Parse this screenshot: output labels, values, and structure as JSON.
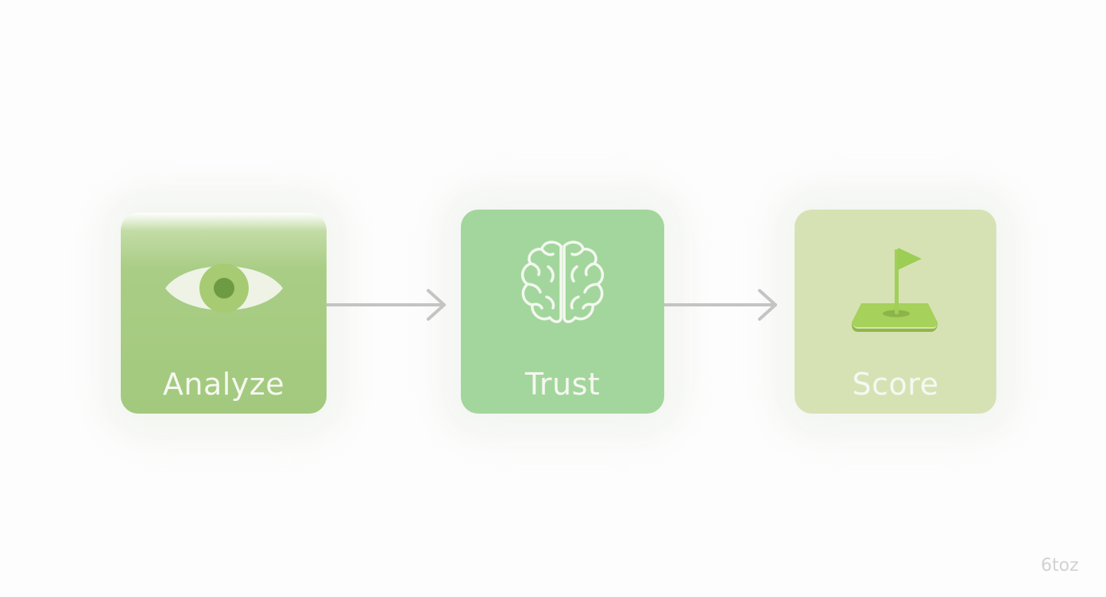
{
  "steps": [
    {
      "label": "Analyze",
      "icon": "eye-icon",
      "color": "#a2c97d"
    },
    {
      "label": "Trust",
      "icon": "brain-icon",
      "color": "#a3d69c"
    },
    {
      "label": "Score",
      "icon": "golf-flag-icon",
      "color": "#d6e2b4"
    }
  ],
  "arrows": [
    {
      "icon": "arrow-right-icon",
      "color": "#c4c4c4"
    },
    {
      "icon": "arrow-right-icon",
      "color": "#c4c4c4"
    }
  ],
  "watermark": "6toz"
}
